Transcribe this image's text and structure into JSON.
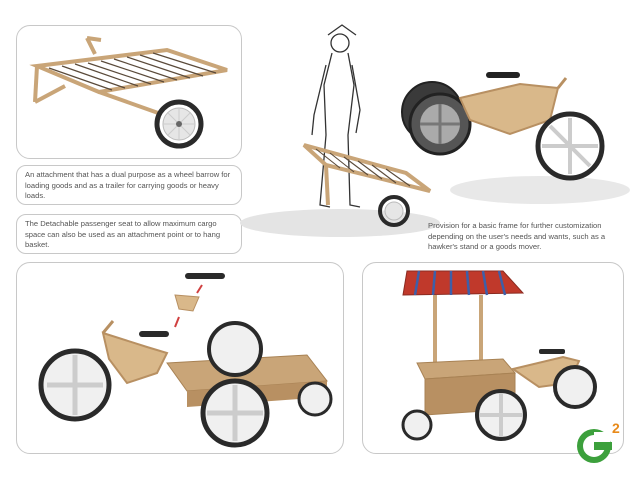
{
  "captions": {
    "wheelbarrow": "An attachment that has a dual purpose as a wheel barrow for loading goods and as a trailer for carrying goods or heavy loads.",
    "passenger_seat": "The Detachable passenger seat to allow maximum cargo space can also be used as an attachment point or to hang basket.",
    "basic_frame": "Provision for a basic frame for further customization depending on the user's needs and wants, such as a hawker's stand or a goods mover."
  },
  "logo": {
    "letter": "G",
    "superscript": "2"
  },
  "colors": {
    "wood": "#d9b88a",
    "wood_dark": "#b89062",
    "tire": "#2a2a2a",
    "rim": "#dcdcdc",
    "logo_green": "#3ca03c",
    "logo_orange": "#e88a1a",
    "canopy_red": "#c0392b",
    "canopy_blue": "#3e5fa8"
  }
}
